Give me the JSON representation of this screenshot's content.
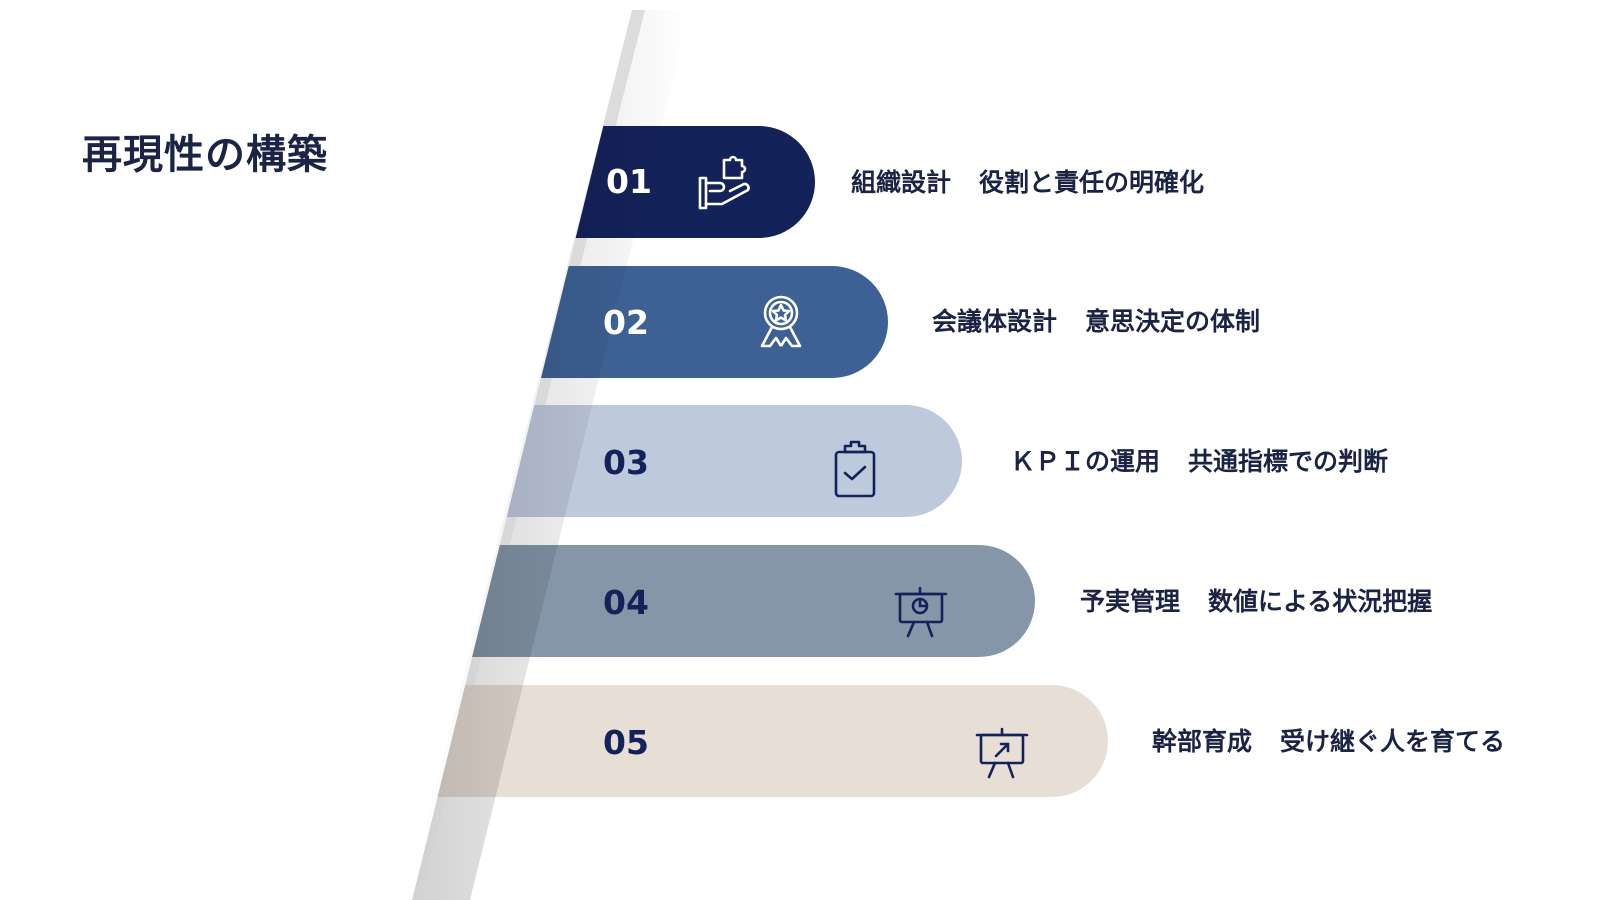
{
  "title": "再現性の構築",
  "colors": {
    "step1": "#14225A",
    "step2": "#3D6195",
    "step3": "#BFC9DC",
    "step4": "#8496A8",
    "step5": "#E7DED6",
    "text": "#1B2444"
  },
  "steps": [
    {
      "number": "01",
      "label": "組織設計",
      "desc": "役割と責任の明確化",
      "icon": "hand-puzzle-icon"
    },
    {
      "number": "02",
      "label": "会議体設計",
      "desc": "意思決定の体制",
      "icon": "award-ribbon-icon"
    },
    {
      "number": "03",
      "label": "ＫＰＩの運用",
      "desc": "共通指標での判断",
      "icon": "clipboard-check-icon"
    },
    {
      "number": "04",
      "label": "予実管理",
      "desc": "数値による状況把握",
      "icon": "presentation-chart-icon"
    },
    {
      "number": "05",
      "label": "幹部育成",
      "desc": "受け継ぐ人を育てる",
      "icon": "presentation-growth-icon"
    }
  ]
}
